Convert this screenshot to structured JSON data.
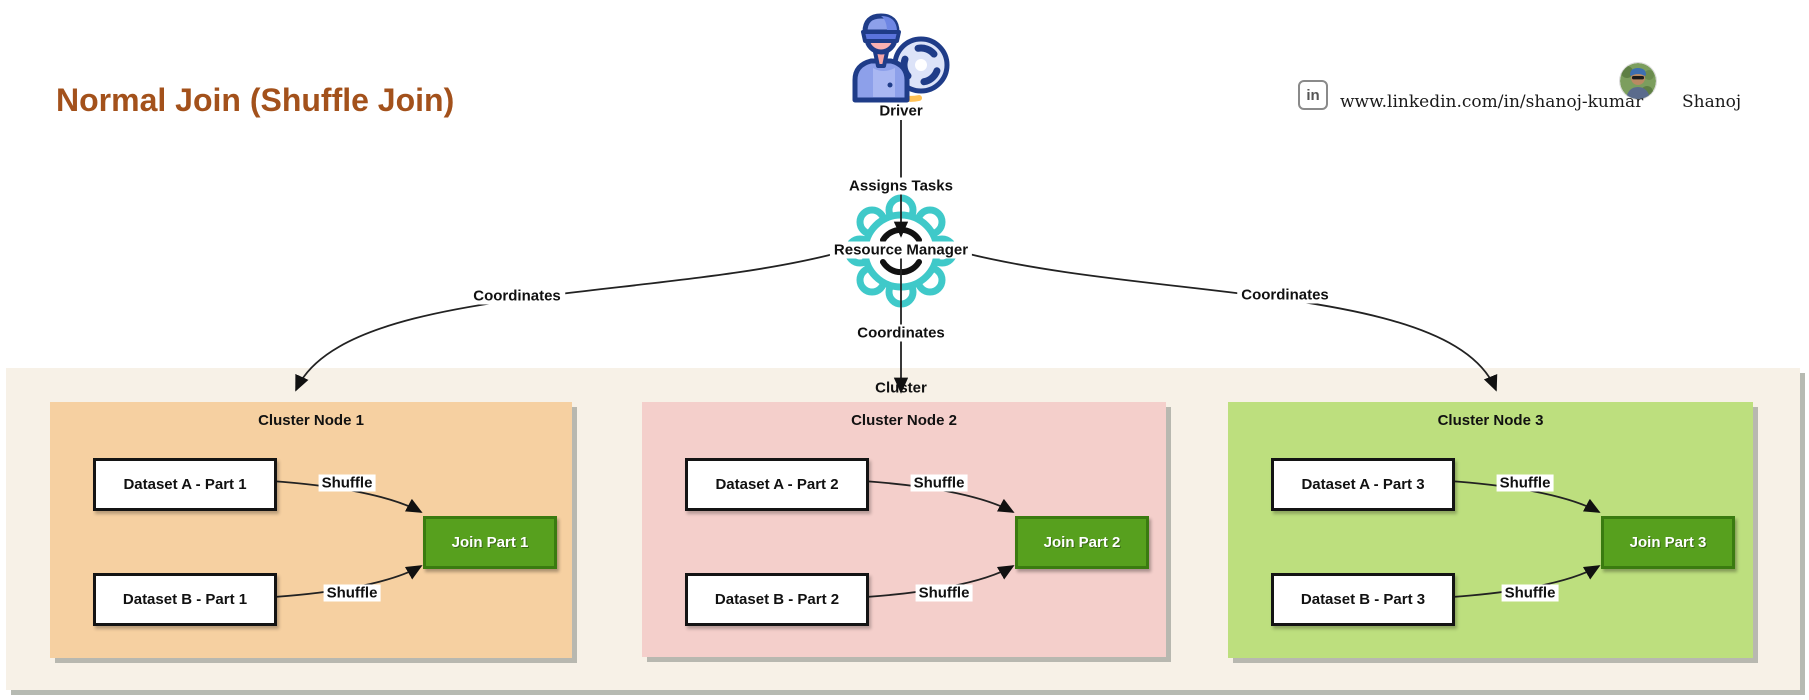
{
  "header": {
    "title": "Normal Join (Shuffle Join)",
    "title_color": "#A3511B",
    "linkedin_icon_text": "in",
    "linkedin_url": "www.linkedin.com/in/shanoj-kumar",
    "author_name": "Shanoj"
  },
  "flow": {
    "driver_label": "Driver",
    "assigns_tasks_label": "Assigns Tasks",
    "resource_manager_label": "Resource Manager",
    "coordinates_left_label": "Coordinates",
    "coordinates_center_label": "Coordinates",
    "coordinates_right_label": "Coordinates",
    "cluster_label": "Cluster"
  },
  "cluster_nodes": [
    {
      "title": "Cluster Node 1",
      "dataset_a": "Dataset A - Part 1",
      "dataset_b": "Dataset B - Part 1",
      "shuffle_a": "Shuffle",
      "shuffle_b": "Shuffle",
      "join_label": "Join Part 1",
      "bg_color": "#F6D0A1"
    },
    {
      "title": "Cluster Node 2",
      "dataset_a": "Dataset A - Part 2",
      "dataset_b": "Dataset B - Part 2",
      "shuffle_a": "Shuffle",
      "shuffle_b": "Shuffle",
      "join_label": "Join Part 2",
      "bg_color": "#F4CFCB"
    },
    {
      "title": "Cluster Node 3",
      "dataset_a": "Dataset A - Part 3",
      "dataset_b": "Dataset B - Part 3",
      "shuffle_a": "Shuffle",
      "shuffle_b": "Shuffle",
      "join_label": "Join Part 3",
      "bg_color": "#BDDF7E"
    }
  ],
  "colors": {
    "gear_teal": "#3FC9C9",
    "join_green": "#57A01E",
    "join_green_border": "#3A7B10",
    "cluster_container_bg": "#F7F1E7"
  }
}
